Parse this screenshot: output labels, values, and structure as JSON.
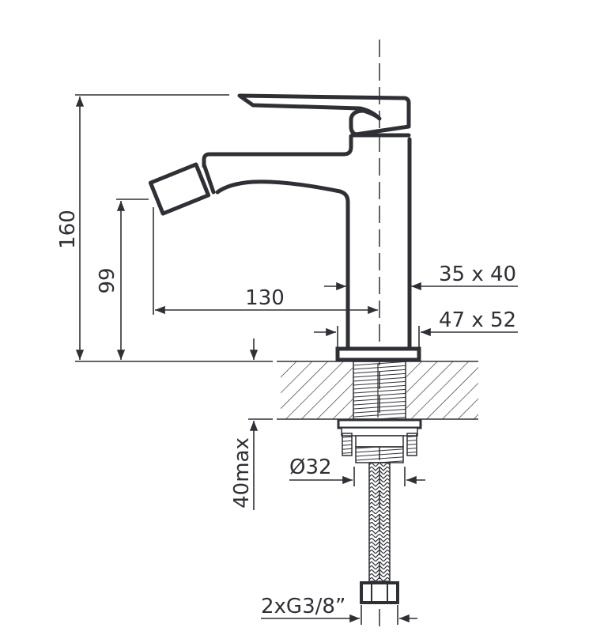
{
  "drawing": {
    "title": "Bidet mixer technical drawing",
    "dimensions": {
      "height_total": "160",
      "spout_height": "99",
      "spout_reach": "130",
      "body_section": "35 x 40",
      "base_section": "47 x 52",
      "max_counter_thickness": "40max",
      "shank_diameter": "Ø32",
      "connections": "2xG3/8”"
    },
    "colors": {
      "line": "#2e3036",
      "background": "#ffffff"
    }
  }
}
